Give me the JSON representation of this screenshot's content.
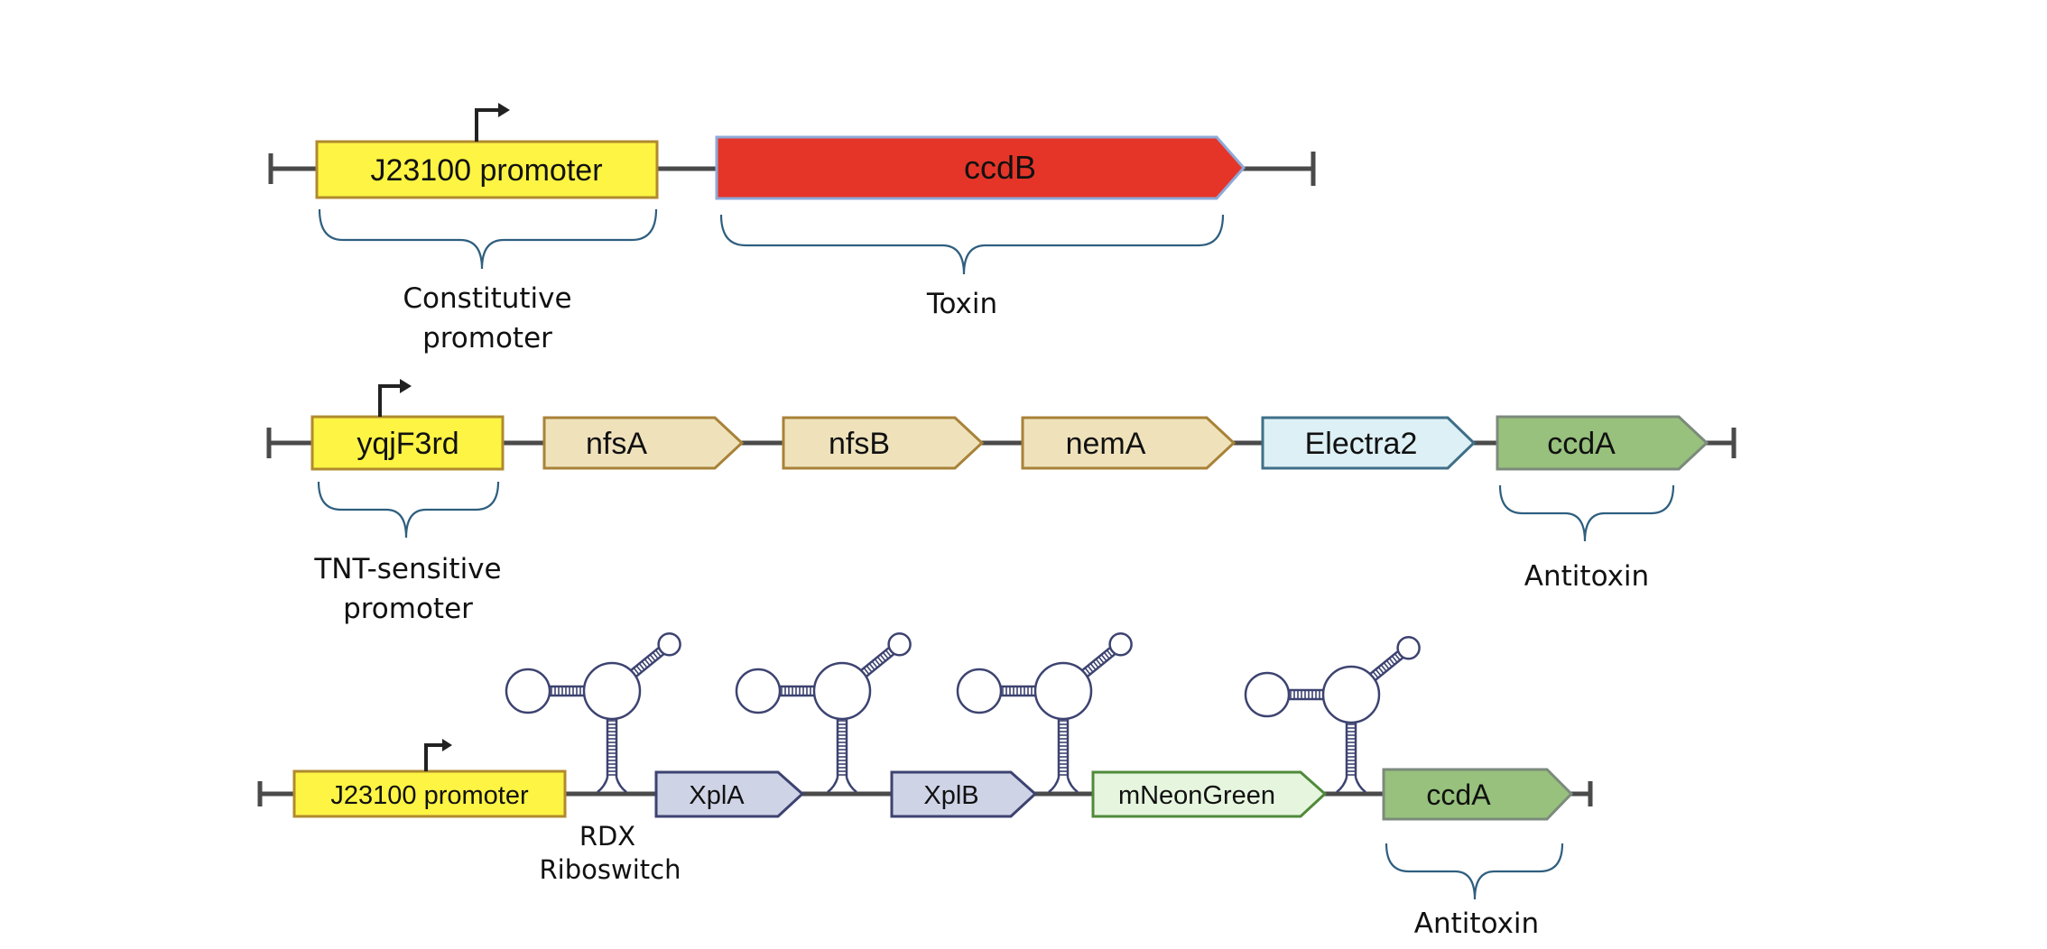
{
  "constructs": [
    {
      "parts": [
        {
          "label": "J23100 promoter",
          "fill": "#fdf444",
          "stroke": "#b08a2e"
        },
        {
          "label": "ccdB",
          "fill": "#e53528",
          "stroke": "#8ea9d8"
        }
      ],
      "captions": [
        {
          "lines": [
            "Constitutive",
            "promoter"
          ]
        },
        {
          "lines": [
            "Toxin"
          ]
        }
      ]
    },
    {
      "parts": [
        {
          "label": "yqjF3rd",
          "fill": "#fdf444",
          "stroke": "#b08a2e"
        },
        {
          "label": "nfsA",
          "fill": "#efe2bb",
          "stroke": "#a88238"
        },
        {
          "label": "nfsB",
          "fill": "#efe2bb",
          "stroke": "#a88238"
        },
        {
          "label": "nemA",
          "fill": "#efe2bb",
          "stroke": "#a88238"
        },
        {
          "label": "Electra2",
          "fill": "#ddf0f5",
          "stroke": "#3f6f88"
        },
        {
          "label": "ccdA",
          "fill": "#97c17c",
          "stroke": "#7c8a7c"
        }
      ],
      "captions": [
        {
          "lines": [
            "TNT-sensitive",
            "promoter"
          ]
        },
        {
          "lines": [
            "Antitoxin"
          ]
        }
      ]
    },
    {
      "parts": [
        {
          "label": "J23100 promoter",
          "fill": "#fdf444",
          "stroke": "#b08a2e"
        },
        {
          "label": "XplA",
          "fill": "#cfd3e6",
          "stroke": "#3d4370"
        },
        {
          "label": "XplB",
          "fill": "#cfd3e6",
          "stroke": "#3d4370"
        },
        {
          "label": "mNeonGreen",
          "fill": "#e6f5de",
          "stroke": "#4f8a3a"
        },
        {
          "label": "ccdA",
          "fill": "#97c17c",
          "stroke": "#7c8a7c"
        }
      ],
      "captions": [
        {
          "lines": [
            "RDX",
            "Riboswitch"
          ]
        },
        {
          "lines": [
            "Antitoxin"
          ]
        }
      ]
    }
  ]
}
